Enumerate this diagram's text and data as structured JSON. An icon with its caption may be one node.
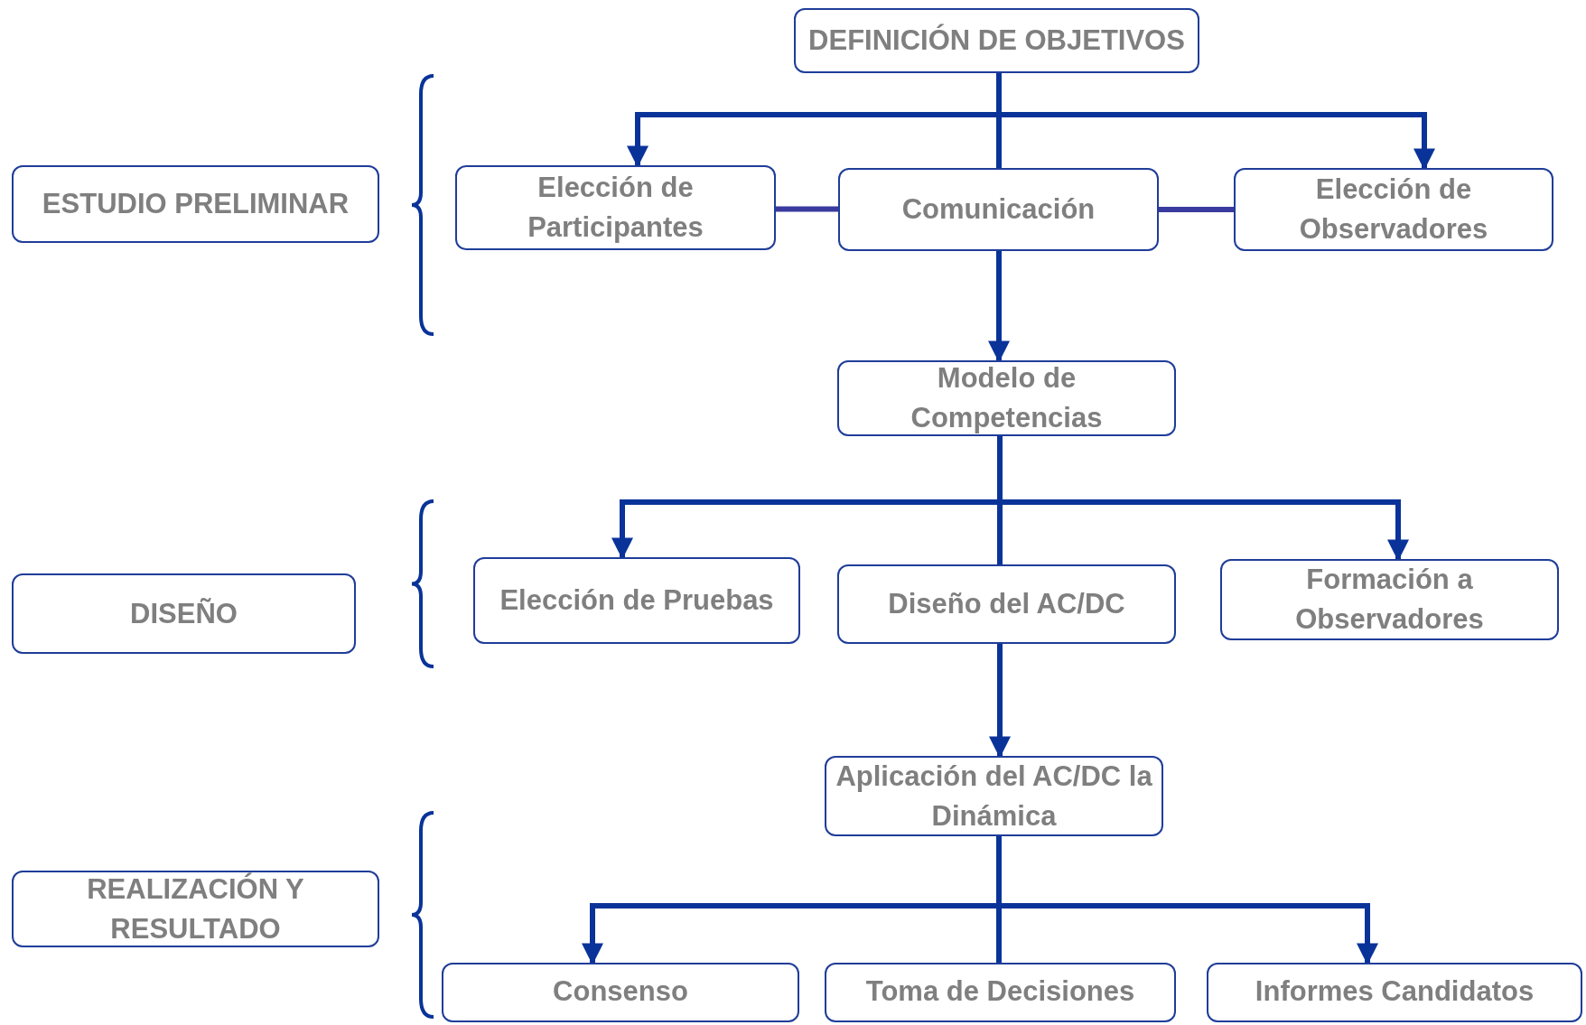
{
  "diagram": {
    "nodes": [
      {
        "text": [
          "DEFINICIÓN DE OBJETIVOS"
        ]
      },
      {
        "text": [
          "ESTUDIO PRELIMINAR"
        ]
      },
      {
        "text": [
          "Elección de Participantes"
        ]
      },
      {
        "text": [
          "Comunicación"
        ]
      },
      {
        "text": [
          "Elección de Observadores"
        ]
      },
      {
        "text": [
          "Modelo de Competencias"
        ]
      },
      {
        "text": [
          "DISEÑO"
        ]
      },
      {
        "text": [
          "Elección de Pruebas"
        ]
      },
      {
        "text": [
          "Diseño del AC/DC"
        ]
      },
      {
        "text": [
          "Formación a Observadores"
        ]
      },
      {
        "text": [
          "Aplicación del AC/DC la Dinámica"
        ]
      },
      {
        "text": [
          "REALIZACIÓN Y RESULTADO"
        ]
      },
      {
        "text": [
          "Consenso"
        ]
      },
      {
        "text": [
          "Toma de Decisiones"
        ]
      },
      {
        "text": [
          "Informes Candidatos"
        ]
      }
    ],
    "edges": [
      {
        "from": 0,
        "to": 2,
        "arrow": "to"
      },
      {
        "from": 0,
        "to": 3,
        "arrow": "none"
      },
      {
        "from": 0,
        "to": 4,
        "arrow": "to"
      },
      {
        "from": 2,
        "to": 3,
        "arrow": "none",
        "color": "#3a3aa0"
      },
      {
        "from": 3,
        "to": 4,
        "arrow": "none",
        "color": "#3a3aa0"
      },
      {
        "from": 3,
        "to": 5,
        "arrow": "to"
      },
      {
        "from": 5,
        "to": 7,
        "arrow": "to"
      },
      {
        "from": 5,
        "to": 8,
        "arrow": "none"
      },
      {
        "from": 5,
        "to": 9,
        "arrow": "to"
      },
      {
        "from": 8,
        "to": 10,
        "arrow": "to"
      },
      {
        "from": 10,
        "to": 12,
        "arrow": "to"
      },
      {
        "from": 10,
        "to": 13,
        "arrow": "none"
      },
      {
        "from": 10,
        "to": 14,
        "arrow": "to"
      }
    ]
  }
}
